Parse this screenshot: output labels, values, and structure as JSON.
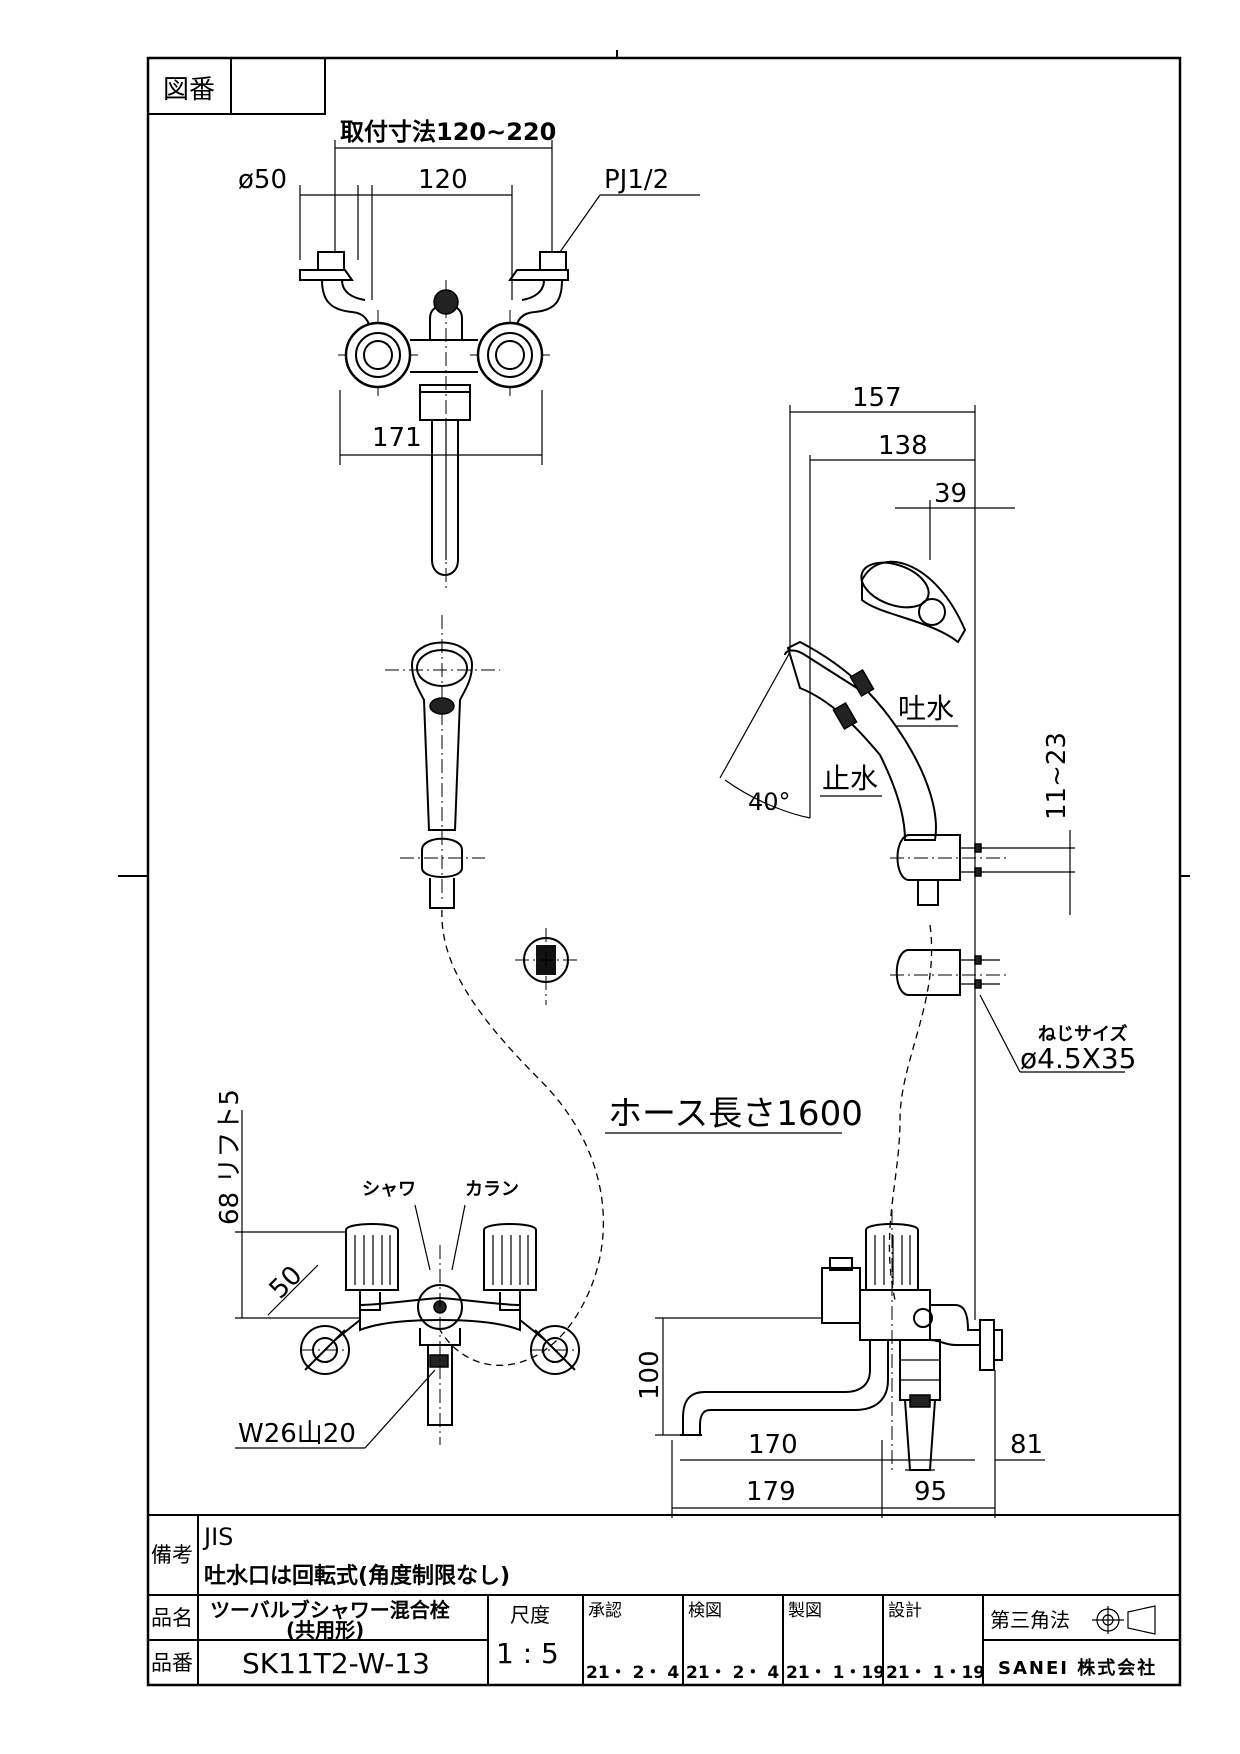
{
  "title_block": {
    "drawing_number_label": "図番",
    "drawing_number_value": "",
    "remarks_label": "備考",
    "remarks_line1": "JIS",
    "remarks_line2": "吐水口は回転式(角度制限なし)",
    "product_name_label": "品名",
    "product_name_line1": "ツーバルブシャワー混合栓",
    "product_name_line2": "(共用形)",
    "product_number_label": "品番",
    "product_number": "SK11T2-W-13",
    "scale_label": "尺度",
    "scale_value": "1 : 5",
    "approval_label": "承認",
    "approval_date": "21・ 2・ 4",
    "inspection_label": "検図",
    "inspection_date": "21・ 2・ 4",
    "drafting_label": "製図",
    "drafting_date": "21・ 1・19",
    "design_label": "設計",
    "design_date": "21・ 1・19",
    "projection_label": "第三角法",
    "company": "SANEI 株式会社"
  },
  "dimensions": {
    "mounting_range": "取付寸法120~220",
    "dia50": "ø50",
    "d120": "120",
    "pj": "PJ1/2",
    "d171": "171",
    "d157": "157",
    "d138": "138",
    "d39": "39",
    "outlet": "吐水",
    "stop": "止水",
    "angle40": "40°",
    "d11_23": "11~23",
    "screw_size_label": "ねじサイズ",
    "screw_size": "ø4.5X35",
    "hose_length": "ホース長さ1600",
    "lift": "68 リフト5",
    "d50": "50",
    "shower": "シャワ",
    "faucet": "カラン",
    "thread": "W26山20",
    "d100": "100",
    "d170": "170",
    "d179": "179",
    "d81": "81",
    "d95": "95"
  }
}
